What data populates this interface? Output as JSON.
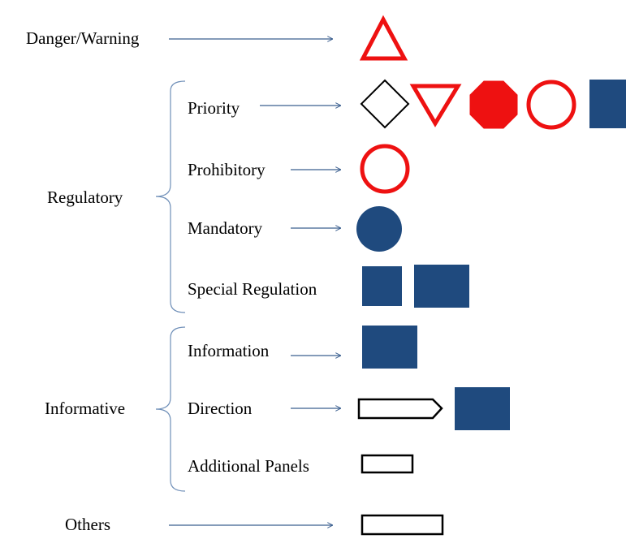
{
  "categories": {
    "danger": "Danger/Warning",
    "regulatory": "Regulatory",
    "informative": "Informative",
    "others": "Others"
  },
  "subcategories": {
    "priority": "Priority",
    "prohibitory": "Prohibitory",
    "mandatory": "Mandatory",
    "special_regulation": "Special Regulation",
    "information": "Information",
    "direction": "Direction",
    "additional_panels": "Additional Panels"
  },
  "colors": {
    "red": "#ee1111",
    "navy": "#1f4a7e",
    "arrow": "#3b5f8f",
    "brace": "#6f8fb8",
    "outline": "#000000"
  },
  "shapes": {
    "danger": [
      "red-triangle-icon"
    ],
    "priority": [
      "diamond-icon",
      "red-inverted-triangle-icon",
      "red-octagon-icon",
      "red-circle-icon",
      "navy-rectangle-icon"
    ],
    "prohibitory": [
      "red-circle-icon"
    ],
    "mandatory": [
      "navy-circle-icon"
    ],
    "special_regulation": [
      "navy-square-icon",
      "navy-rectangle-icon"
    ],
    "information": [
      "navy-rectangle-icon"
    ],
    "direction": [
      "arrow-panel-icon",
      "navy-rectangle-icon"
    ],
    "additional_panels": [
      "panel-rectangle-icon"
    ],
    "others": [
      "panel-rectangle-icon"
    ]
  }
}
